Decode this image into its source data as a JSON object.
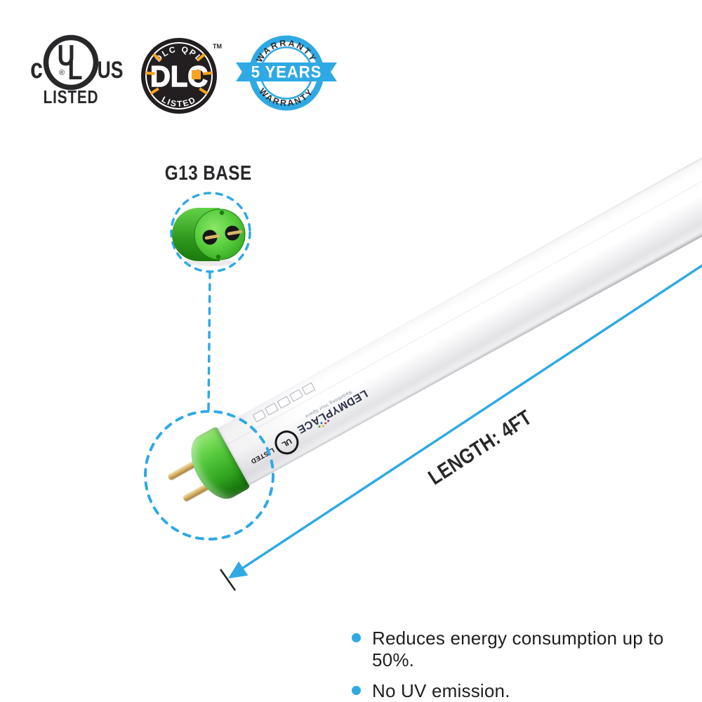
{
  "badges": {
    "ul": {
      "c": "c",
      "u": "U",
      "l": "L",
      "us": "US",
      "registered": "®",
      "listed": "LISTED"
    },
    "dlc": {
      "arc_top": "DLC QPL",
      "name": "DLC",
      "arc_bottom": "LISTED",
      "tm": "TM"
    },
    "warranty": {
      "arc_top": "WARRANTY",
      "ribbon": "5 YEARS",
      "arc_bottom": "WARRANTY"
    }
  },
  "callouts": {
    "base": {
      "label": "G13 BASE"
    },
    "length": {
      "label": "LENGTH: 4FT"
    }
  },
  "tube": {
    "brand": "LEDMYPLACE",
    "brand_tagline": "Redefining Your Space",
    "print_ul": "UL",
    "print_listed": "LISTED"
  },
  "features": {
    "items": [
      "Reduces energy consumption up to 50%.",
      "No UV emission."
    ]
  },
  "colors": {
    "accent_blue": "#2FA9E4",
    "dark_text": "#28282B",
    "badge_black": "#231F20",
    "badge_yellow": "#F9A51C",
    "base_green": "#4CC236",
    "pin_gold": "#D2AC62",
    "tube_white": "#FFFFFF"
  }
}
